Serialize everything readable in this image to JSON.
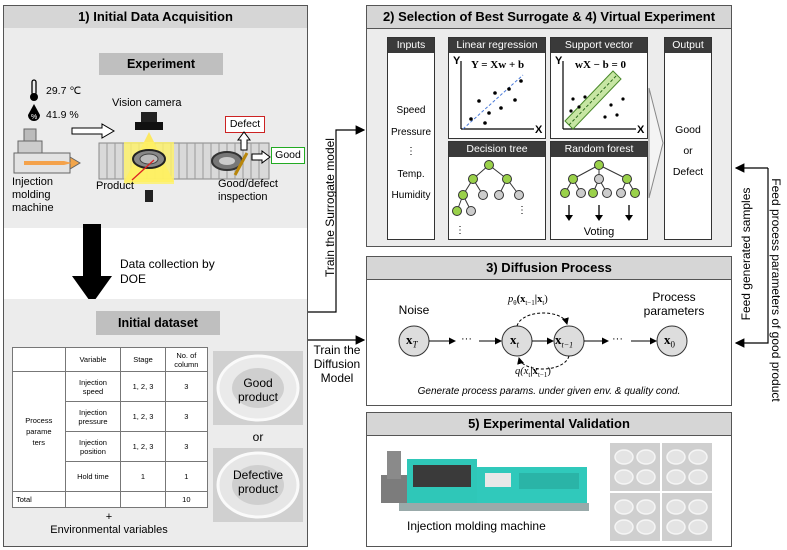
{
  "panel1": {
    "title": "1) Initial Data Acquisition",
    "experiment_title": "Experiment",
    "temperature": "29.7 ℃",
    "humidity": "41.9 %",
    "vision_camera": "Vision camera",
    "defect": "Defect",
    "good": "Good",
    "product": "Product",
    "inspection": "Good/defect\ninspection",
    "machine": "Injection\nmolding\nmachine",
    "collection": "Data collection by\nDOE",
    "dataset_title": "Initial dataset",
    "table": {
      "headers": [
        "Variable",
        "Stage",
        "No. of\ncolumn"
      ],
      "group_label": "Process\nparame\nters",
      "rows": [
        [
          "Injection\nspeed",
          "1, 2, 3",
          "3"
        ],
        [
          "Injection\npressure",
          "1, 2, 3",
          "3"
        ],
        [
          "Injection\nposition",
          "1, 2, 3",
          "3"
        ],
        [
          "Hold time",
          "1",
          "1"
        ]
      ],
      "total_label": "Total",
      "total_value": "10"
    },
    "env_vars": "+\nEnvironmental variables",
    "good_product": "Good\nproduct",
    "or": "or",
    "defective_product": "Defective\nproduct"
  },
  "panel2": {
    "title": "2) Selection of Best Surrogate & 4) Virtual Experiment",
    "inputs_title": "Inputs",
    "inputs": [
      "Speed",
      "Pressure",
      "⋮",
      "Temp.",
      "Humidity"
    ],
    "linear_title": "Linear regression",
    "linear_eq": "Y = Xw + b",
    "svm_title": "Support vector",
    "svm_eq": "wX − b = 0",
    "tree_title": "Decision tree",
    "forest_title": "Random forest",
    "voting": "Voting",
    "output_title": "Output",
    "output_text": "Good\nor\nDefect",
    "axis_y": "Y",
    "axis_x": "X"
  },
  "panel3": {
    "title": "3) Diffusion Process",
    "noise": "Noise",
    "process_params": "Process\nparameters",
    "xT": "x",
    "xT_sub": "T",
    "xt": "x",
    "xt_sub": "t",
    "xt1": "x",
    "xt1_sub": "t−1",
    "x0": "x",
    "x0_sub": "0",
    "p_label": "p",
    "p_theta": "θ",
    "p_args": "(x",
    "p_args_sub": "t−1",
    "p_args_cond": "|x",
    "p_args_cond_sub": "t",
    "p_close": ")",
    "q_label": "q(x",
    "q_args_sub": "t",
    "q_args_cond": "|x",
    "q_args_cond_sub": "t−1",
    "q_close": ")",
    "ellipsis": "···",
    "caption": "Generate process params. under given env. & quality cond."
  },
  "panel5": {
    "title": "5) Experimental Validation",
    "machine_caption": "Injection molding machine"
  },
  "labels": {
    "train_surrogate": "Train the Surrogate model",
    "train_diffusion": "Train the\nDiffusion\nModel",
    "feed_samples": "Feed generated samples",
    "feed_params": "Feed process parameters of good product"
  }
}
